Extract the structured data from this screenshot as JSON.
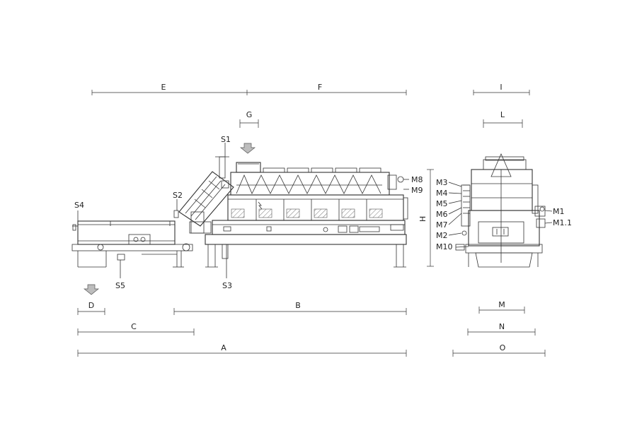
{
  "labels": {
    "A": "A",
    "B": "B",
    "C": "C",
    "D": "D",
    "E": "E",
    "F": "F",
    "G": "G",
    "H": "H",
    "I": "I",
    "L": "L",
    "M": "M",
    "N": "N",
    "O": "O",
    "S1": "S1",
    "S2": "S2",
    "S3": "S3",
    "S4": "S4",
    "S5": "S5",
    "M1": "M1",
    "M1_1": "M1.1",
    "M2": "M2",
    "M3": "M3",
    "M4": "M4",
    "M5": "M5",
    "M6": "M6",
    "M7": "M7",
    "M8": "M8",
    "M9": "M9",
    "M10": "M10"
  },
  "colors": {
    "line": "#333333",
    "arrow": "#bdbdbd",
    "background": "#ffffff"
  }
}
